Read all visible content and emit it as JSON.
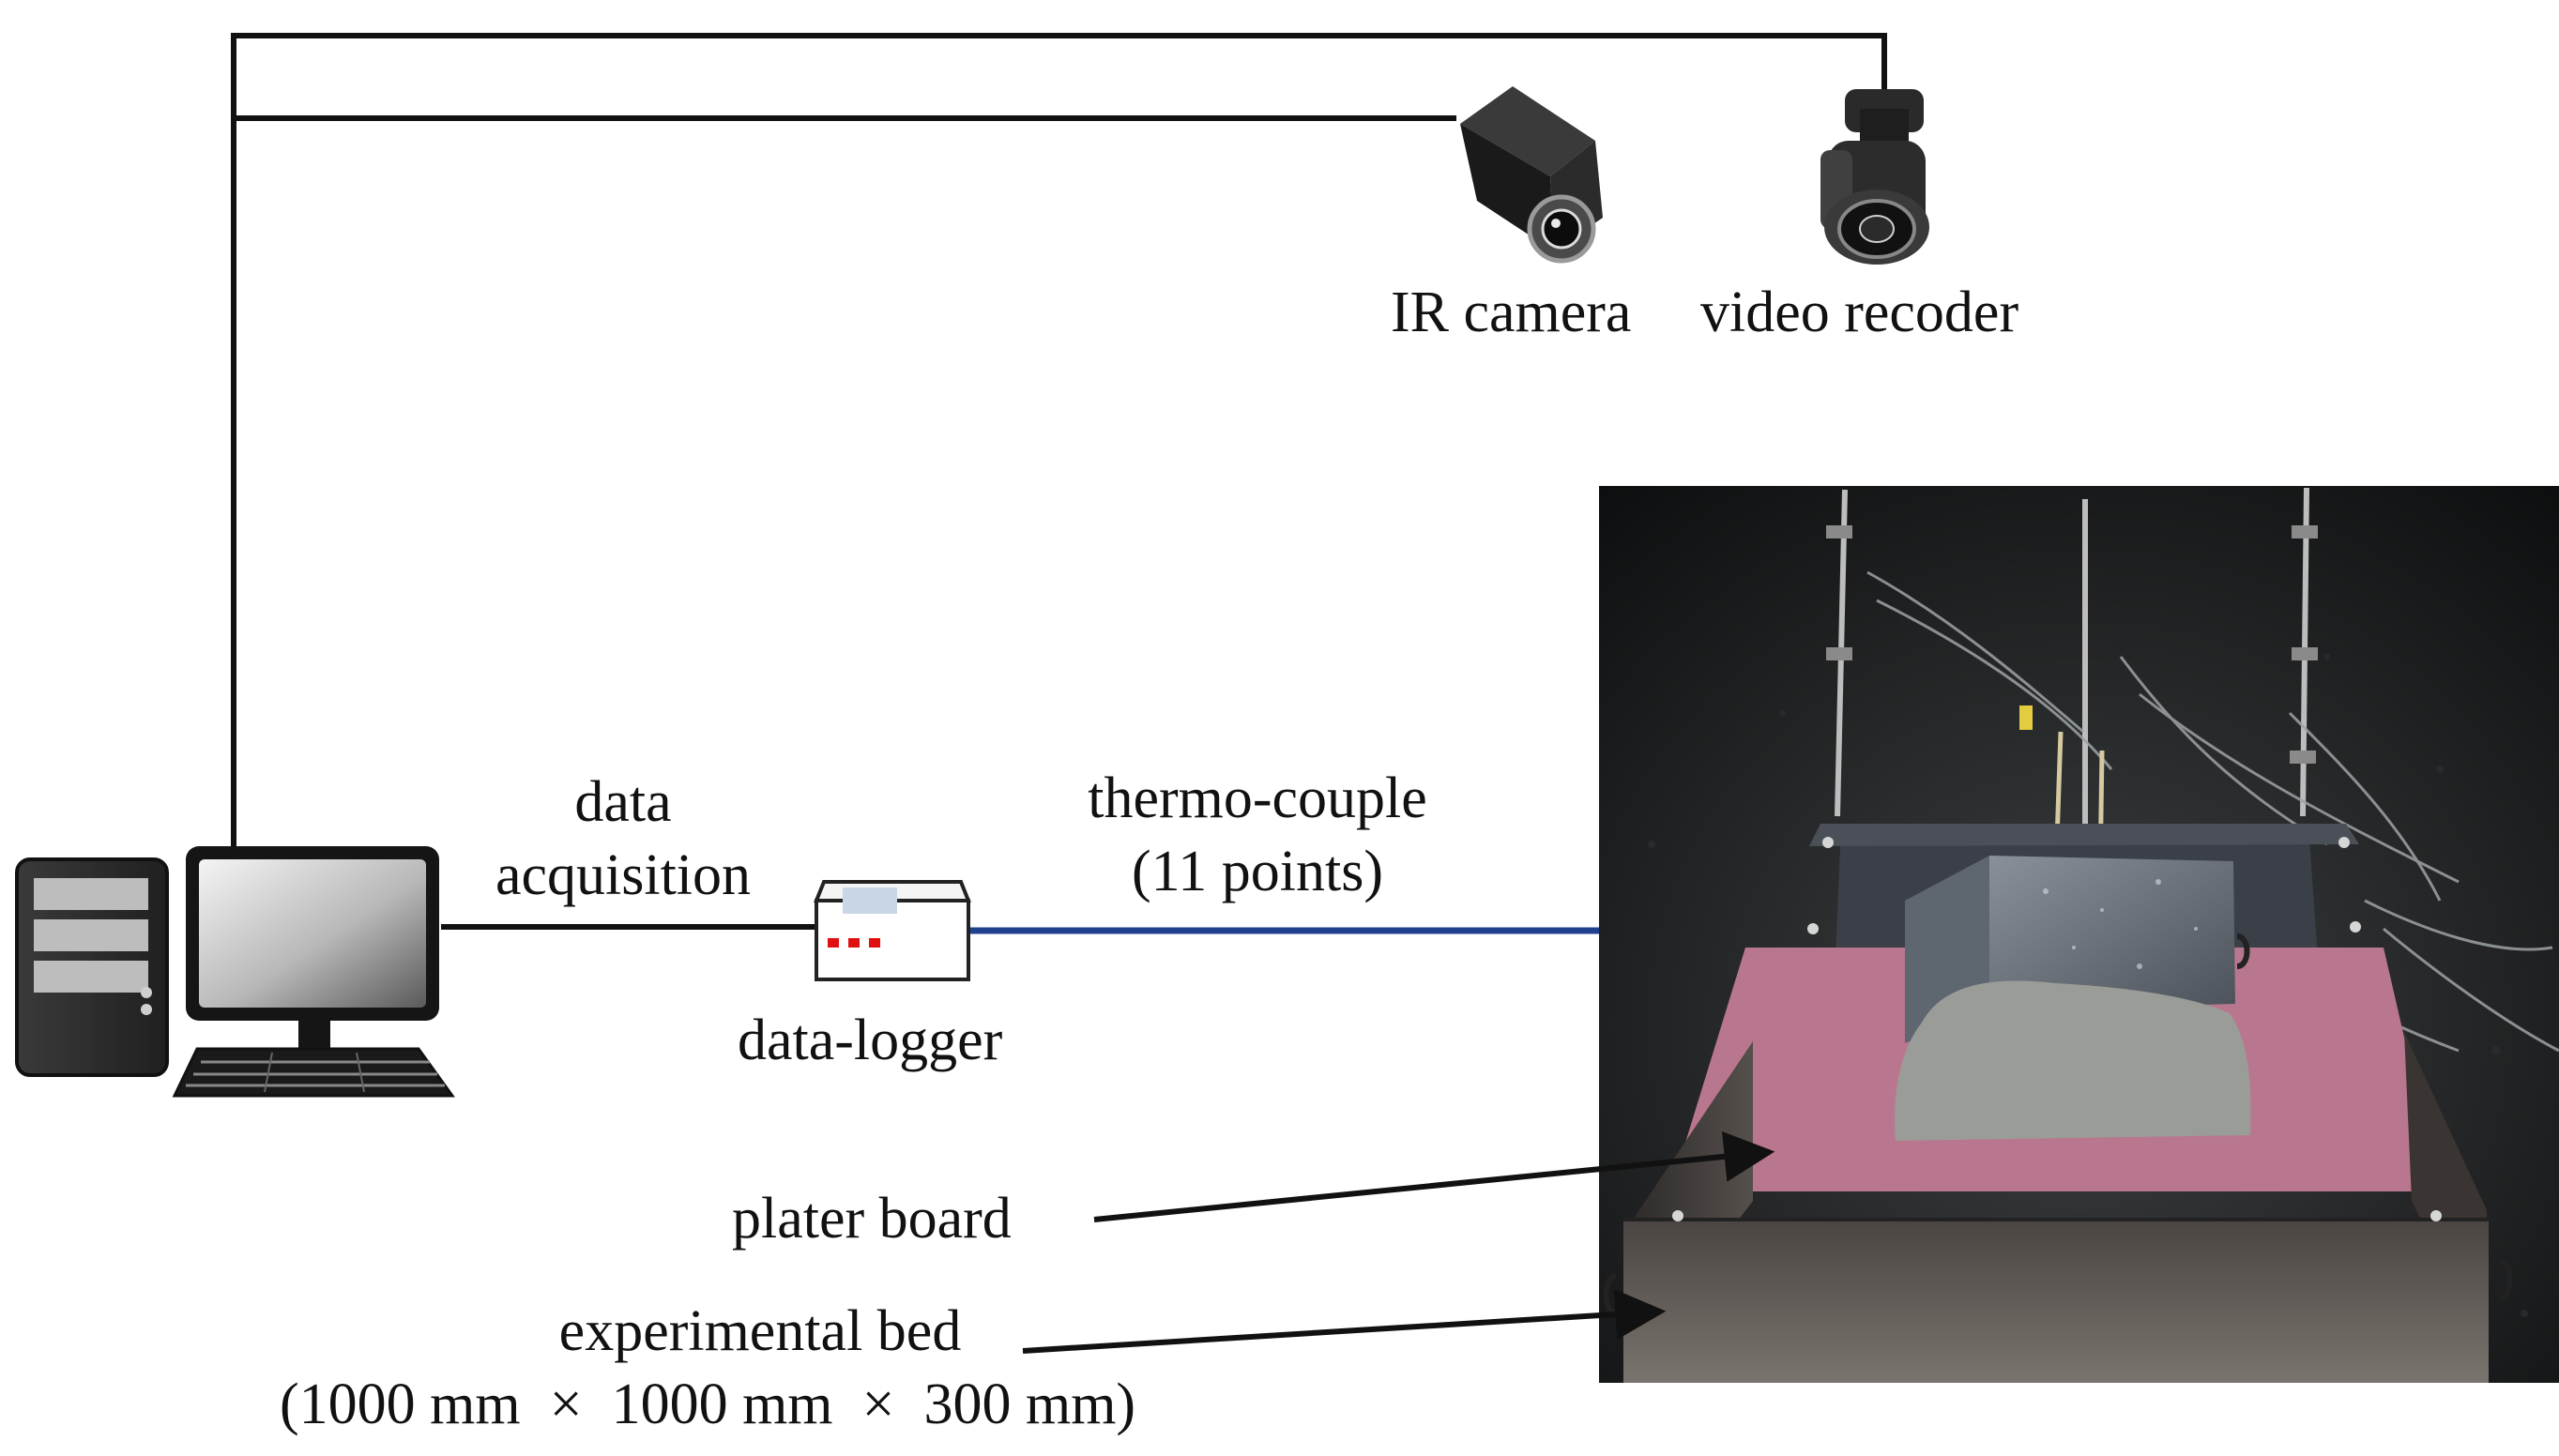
{
  "labels": {
    "ir_camera": "IR camera",
    "video_recorder": "video recoder",
    "data_acquisition_line1": "data",
    "data_acquisition_line2": "acquisition",
    "thermocouple_line1": "thermo-couple",
    "thermocouple_line2": "(11 points)",
    "data_logger": "data-logger",
    "plaster_board": "plater board",
    "experimental_bed_line1": "experimental bed",
    "experimental_bed_line2": "(1000 mm  ×  1000 mm  ×  300 mm)"
  },
  "icons": {
    "computer": "desktop-computer-icon",
    "ir_camera": "box-camera-icon",
    "video_recorder": "bullet-camera-icon",
    "data_logger": "data-logger-box-icon",
    "photo": "experimental-bed-photo"
  },
  "colors": {
    "wire": "#111111",
    "thermocouple_wire": "#1f3f8f",
    "logger_leds": "#e01010",
    "plaster_board": "#b9778f",
    "background": "#ffffff"
  }
}
